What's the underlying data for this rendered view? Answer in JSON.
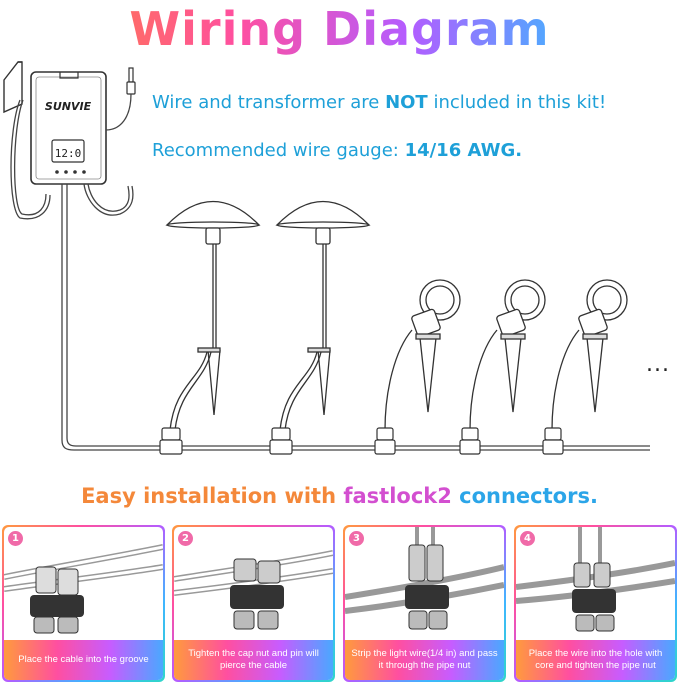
{
  "title": "Wiring Diagram",
  "transformer": {
    "brand": "SUNVIE",
    "display": "12:0"
  },
  "notes": {
    "line1_pre": "Wire and transformer are ",
    "line1_bold": "NOT",
    "line1_post": " included in this kit!",
    "line2_pre": "Recommended wire gauge: ",
    "line2_bold": "14/16 AWG."
  },
  "ellipsis": "...",
  "subtitle": {
    "part1": "Easy installation with ",
    "part2": "fastlock2",
    "part3": " connectors."
  },
  "steps": [
    {
      "num": "1",
      "caption": "Place the cable into the groove"
    },
    {
      "num": "2",
      "caption": "Tighten the cap nut and pin will pierce the cable"
    },
    {
      "num": "3",
      "caption": "Strip the light wire(1/4 in) and pass it through the pipe nut"
    },
    {
      "num": "4",
      "caption": "Place the wire into the hole with core and tighten the pipe nut"
    }
  ],
  "colors": {
    "title_gradient": [
      "#ff8a2a",
      "#ff4fa0",
      "#b45cff",
      "#3fb6ff",
      "#2fd6c8"
    ],
    "note_text": "#1ea0d8",
    "subtitle_orange": "#f4883a",
    "subtitle_magenta": "#d34fd0",
    "subtitle_blue": "#2ba5e8"
  }
}
